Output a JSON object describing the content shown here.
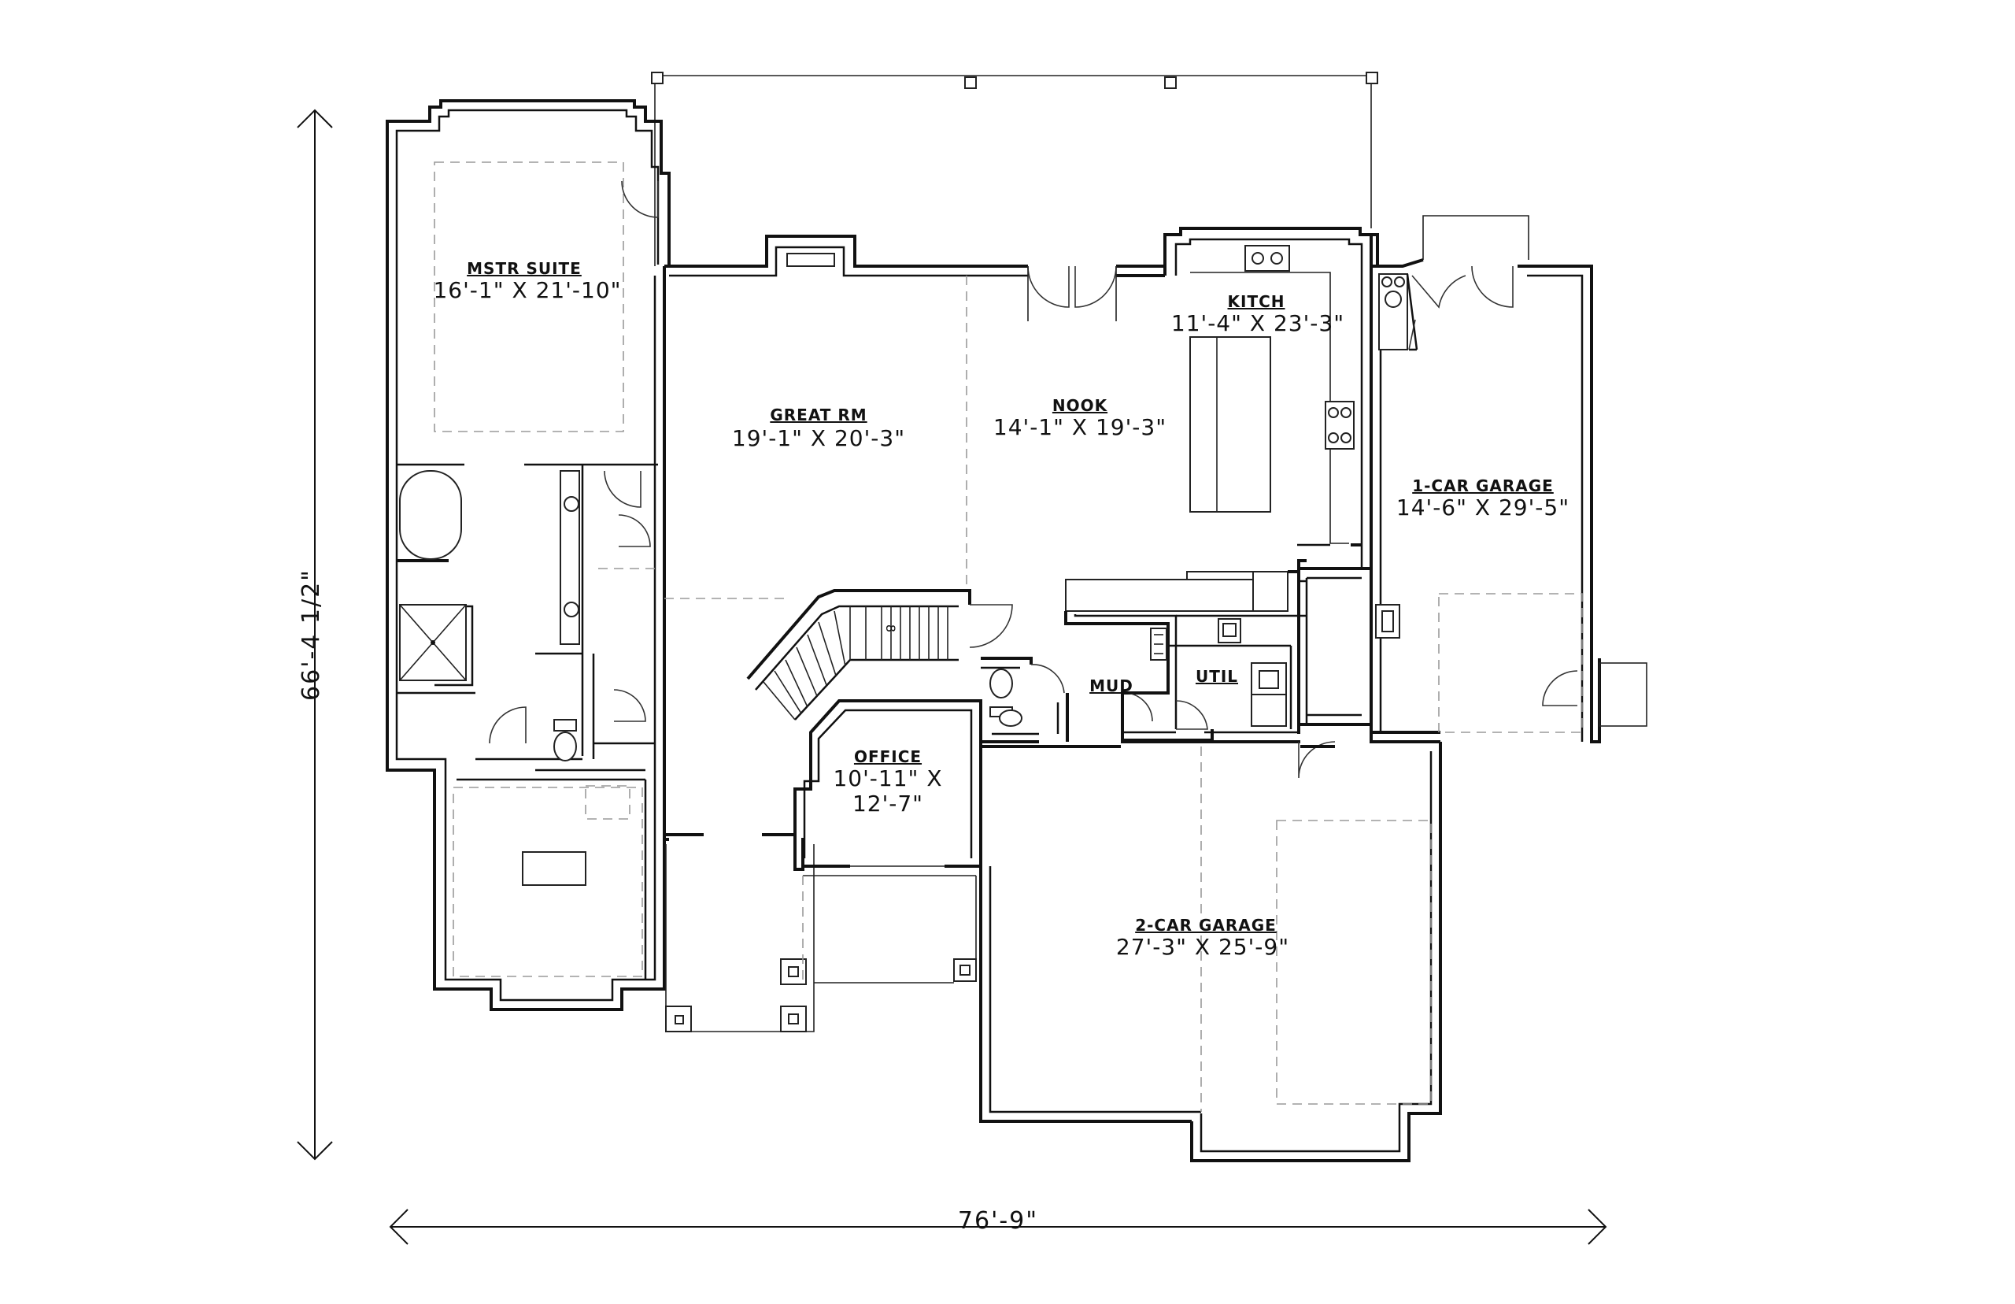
{
  "dimensions": {
    "overall_depth": "66'-4 1/2\"",
    "overall_width": "76'-9\""
  },
  "rooms": {
    "mstr_suite": {
      "name": "MSTR SUITE",
      "size": "16'-1\" X 21'-10\""
    },
    "great_rm": {
      "name": "GREAT RM",
      "size": "19'-1\" X 20'-3\""
    },
    "nook": {
      "name": "NOOK",
      "size": "14'-1\" X 19'-3\""
    },
    "kitch": {
      "name": "KITCH",
      "size": "11'-4\" X 23'-3\""
    },
    "garage_1": {
      "name": "1-CAR GARAGE",
      "size": "14'-6\" X 29'-5\""
    },
    "office": {
      "name": "OFFICE",
      "size_line1": "10'-11\" X",
      "size_line2": "12'-7\""
    },
    "garage_2": {
      "name": "2-CAR GARAGE",
      "size": "27'-3\" X 25'-9\""
    },
    "mud": {
      "name": "MUD"
    },
    "util": {
      "name": "UTIL"
    }
  },
  "stair": {
    "label": "8"
  }
}
